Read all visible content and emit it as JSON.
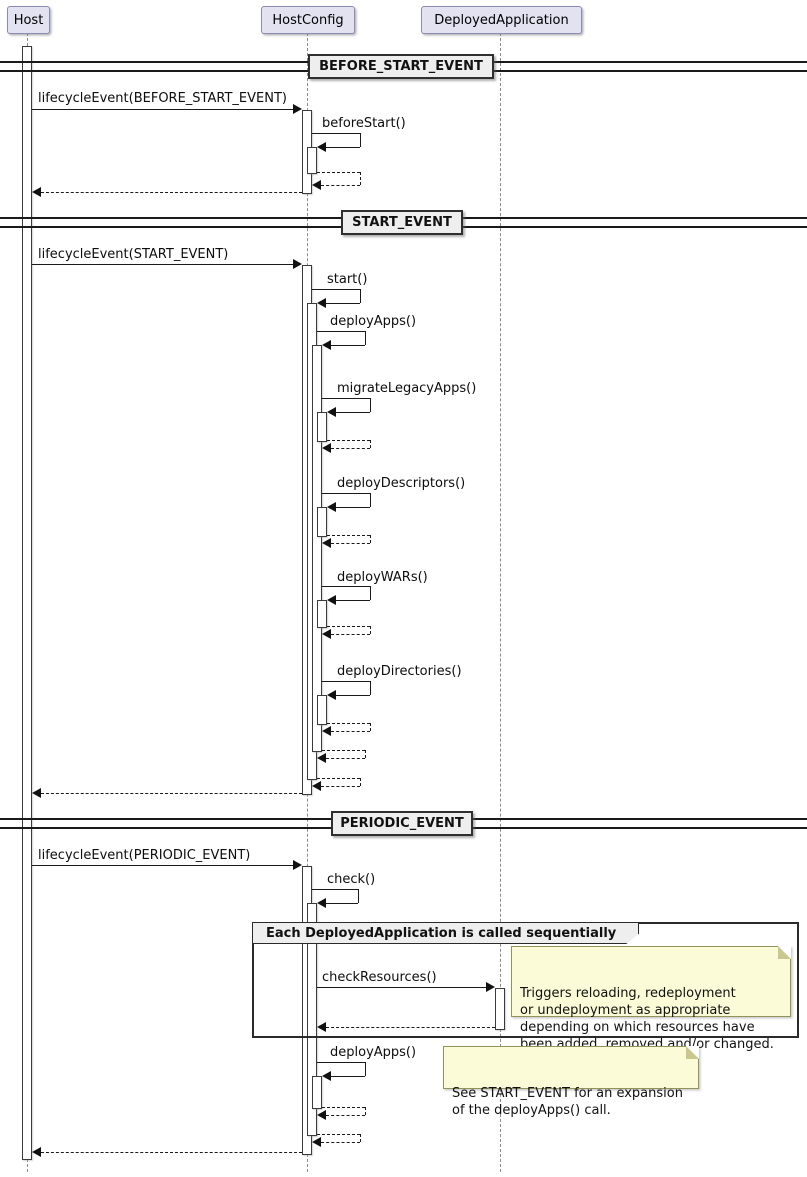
{
  "participants": [
    {
      "label": "Host"
    },
    {
      "label": "HostConfig"
    },
    {
      "label": "DeployedApplication"
    }
  ],
  "dividers": {
    "before_start": "BEFORE_START_EVENT",
    "start": "START_EVENT",
    "periodic": "PERIODIC_EVENT"
  },
  "messages": {
    "lifecycle_before": "lifecycleEvent(BEFORE_START_EVENT)",
    "before_start": "beforeStart()",
    "lifecycle_start": "lifecycleEvent(START_EVENT)",
    "start": "start()",
    "deploy_apps": "deployApps()",
    "migrate_legacy_apps": "migrateLegacyApps()",
    "deploy_descriptors": "deployDescriptors()",
    "deploy_wars": "deployWARs()",
    "deploy_directories": "deployDirectories()",
    "lifecycle_periodic": "lifecycleEvent(PERIODIC_EVENT)",
    "check": "check()",
    "check_resources": "checkResources()",
    "deploy_apps_periodic": "deployApps()"
  },
  "frame": {
    "title": "Each DeployedApplication is called sequentially"
  },
  "notes": {
    "check_resources_note": "Triggers reloading, redeployment\nor undeployment as appropriate\ndepending on which resources have\nbeen added, removed and/or changed.",
    "deploy_apps_note": "See START_EVENT for an expansion\nof the deployApps() call."
  },
  "colors": {
    "participant_fill": "#E2E2F0",
    "divider_fill": "#EEEEEE",
    "note_fill": "#FBFBD7",
    "line": "#1A1A1A",
    "background": "#FFFFFF"
  }
}
